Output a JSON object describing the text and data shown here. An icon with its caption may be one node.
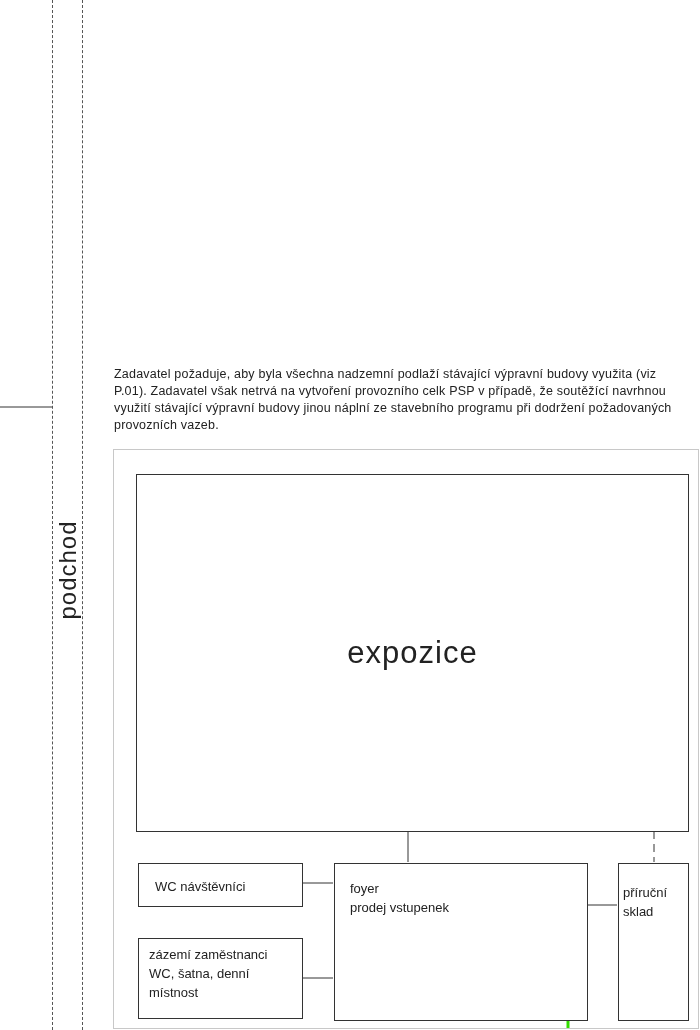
{
  "diagram": {
    "nodes": [
      {
        "text": [
          "podchod"
        ]
      },
      {
        "text": [],
        "shape": "box"
      },
      {
        "text": [
          "expozice"
        ],
        "in": 1
      },
      {
        "text": [
          "WC návštěvníci"
        ],
        "in": 1
      },
      {
        "text": [
          "foyer",
          "prodej vstupenek"
        ],
        "in": 1
      },
      {
        "text": [
          "příruční sklad"
        ],
        "in": 1
      },
      {
        "text": [
          "zázemí zaměstnanci",
          "WC, šatna, denní místnost"
        ],
        "in": 1
      }
    ],
    "edges": [
      {
        "from": 2,
        "to": 4,
        "arrow": "none"
      },
      {
        "from": 2,
        "to": 5,
        "arrow": "none",
        "style": "dashed"
      },
      {
        "from": 3,
        "to": 4,
        "arrow": "none"
      },
      {
        "from": 6,
        "to": 4,
        "arrow": "none"
      },
      {
        "from": 4,
        "to": 5,
        "arrow": "none"
      },
      {
        "from": 4,
        "to": null,
        "arrow": "none",
        "style": "thick",
        "color": "#33dd00"
      }
    ],
    "labels": [
      "Zadavatel požaduje, aby byla všechna nadzemní podlaží stávající výpravní budovy využita (viz P.01). Zadavatel však netrvá na vytvoření provozního celk PSP v případě, že soutěžící navrhnou využití stávající výpravní budovy jinou náplní ze stavebního programu při dodržení požadovaných provozních vazeb."
    ]
  }
}
